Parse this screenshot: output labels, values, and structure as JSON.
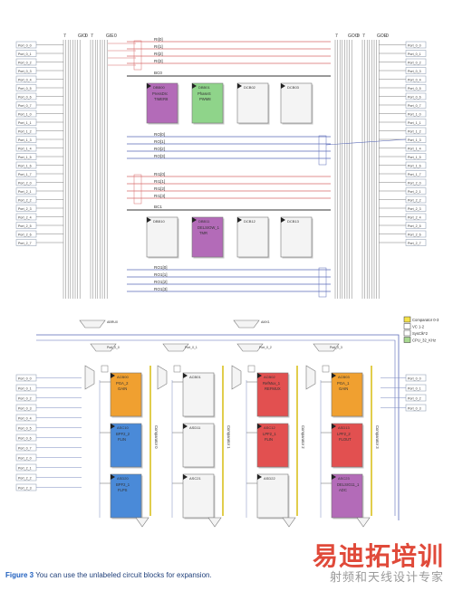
{
  "diagram": {
    "bus_headers": {
      "left_group": [
        "7",
        "GIO",
        "0",
        "7",
        "GIE",
        "0"
      ],
      "right_group": [
        "7",
        "GOO",
        "0",
        "7",
        "GOE",
        "0"
      ]
    },
    "ri_upper": [
      "RI[0]",
      "RI[1]",
      "RI[2]",
      "RI[3]"
    ],
    "bc0": "BC0",
    "ro_upper": [
      "RO[0]",
      "RO[1]",
      "RO[2]",
      "RO[3]"
    ],
    "ri_lower": [
      "RI1[0]",
      "RI1[1]",
      "RI1[2]",
      "RI1[3]"
    ],
    "bc1": "BC1",
    "ro_lower": [
      "RO1[0]",
      "RO1[1]",
      "RO1[2]",
      "RO1[3]"
    ],
    "digital_row1": [
      {
        "id": "DBB00",
        "name": "PressDrc",
        "sub": "TIMER8",
        "color": "#b36bb8"
      },
      {
        "id": "DBB01",
        "name": "PhaseS",
        "sub": "PWM8",
        "color": "#8fd48a"
      },
      {
        "id": "DCB02",
        "name": "",
        "sub": "",
        "color": ""
      },
      {
        "id": "DCB03",
        "name": "",
        "sub": "",
        "color": ""
      }
    ],
    "digital_row2": [
      {
        "id": "DBB10",
        "name": "",
        "sub": "",
        "color": ""
      },
      {
        "id": "DBB11",
        "name": "DELSIOW_1",
        "sub": "TMR",
        "color": "#b36bb8"
      },
      {
        "id": "DCB12",
        "name": "",
        "sub": "",
        "color": ""
      },
      {
        "id": "DCB13",
        "name": "",
        "sub": "",
        "color": ""
      }
    ],
    "analog_columns": [
      {
        "blocks": [
          {
            "id": "ACB00",
            "name": "PGA_2",
            "sub": "GAIN",
            "color": "#f0a030"
          },
          {
            "id": "ASC10",
            "name": "BPF2_2",
            "sub": "FLIN",
            "color": "#4a8ad8"
          },
          {
            "id": "ASD20",
            "name": "BPF2_1",
            "sub": "FLPS",
            "color": "#4a8ad8"
          }
        ]
      },
      {
        "blocks": [
          {
            "id": "ACB01",
            "name": "",
            "sub": "",
            "color": ""
          },
          {
            "id": "ASD11",
            "name": "",
            "sub": "",
            "color": ""
          },
          {
            "id": "ASC21",
            "name": "",
            "sub": "",
            "color": ""
          }
        ]
      },
      {
        "blocks": [
          {
            "id": "ACB02",
            "name": "RefMux_1",
            "sub": "REFMUX",
            "color": "#e25050"
          },
          {
            "id": "ASC12",
            "name": "LPF2_1",
            "sub": "FLIN",
            "color": "#e25050"
          },
          {
            "id": "ASD22",
            "name": "",
            "sub": "",
            "color": ""
          }
        ]
      },
      {
        "blocks": [
          {
            "id": "ACB03",
            "name": "PGA_1",
            "sub": "GAIN",
            "color": "#f0a030"
          },
          {
            "id": "ASD13",
            "name": "LPF2_2",
            "sub": "FLOUT",
            "color": "#e25050"
          },
          {
            "id": "ASC23",
            "name": "DELSIG11_1",
            "sub": "ADC",
            "color": "#b36bb8"
          }
        ]
      }
    ],
    "comparator_labels": [
      "Comparator 0",
      "Comparator 1",
      "Comparator 2",
      "Comparator 3"
    ],
    "legend": [
      {
        "label": "Comparator 0-3",
        "color": "#f4e24a"
      },
      {
        "label": "VC 1-2",
        "color": "#ffffff"
      },
      {
        "label": "SysClk*2",
        "color": "#ffffff"
      },
      {
        "label": "CPU_32_KHz",
        "color": "#a8d890"
      }
    ],
    "left_ports_top": [
      "Port_0_0",
      "Port_0_1",
      "Port_0_2",
      "Port_0_3",
      "Port_0_4",
      "Port_0_5",
      "Port_0_6",
      "Port_0_7",
      "Port_1_0",
      "Port_1_1",
      "Port_1_2",
      "Port_1_3",
      "Port_1_4",
      "Port_1_5",
      "Port_1_6",
      "Port_1_7",
      "Port_2_0",
      "Port_2_1",
      "Port_2_2",
      "Port_2_3",
      "Port_2_4",
      "Port_2_5",
      "Port_2_6",
      "Port_2_7"
    ],
    "right_ports_top": [
      "Port_0_0",
      "Port_0_1",
      "Port_0_2",
      "Port_0_3",
      "Port_0_4",
      "Port_0_5",
      "Port_0_6",
      "Port_0_7",
      "Port_1_0",
      "Port_1_1",
      "Port_1_2",
      "Port_1_3",
      "Port_1_4",
      "Port_1_5",
      "Port_1_6",
      "Port_1_7",
      "Port_2_0",
      "Port_2_1",
      "Port_2_2",
      "Port_2_3",
      "Port_2_4",
      "Port_2_5",
      "Port_2_6",
      "Port_2_7"
    ],
    "left_ports_bottom": [
      "Port_0_0",
      "Port_0_1",
      "Port_0_2",
      "Port_0_3",
      "Port_0_4",
      "Port_0_5",
      "Port_0_6",
      "Port_0_7",
      "Port_2_0",
      "Port_2_1",
      "Port_2_2",
      "Port_2_3"
    ],
    "right_ports_bottom": [
      "Port_0_0",
      "Port_0_1",
      "Port_0_2",
      "Port_0_3"
    ],
    "mux_labels": [
      "ABRU0",
      "AMX1",
      "Port_0_0",
      "Port_0_1",
      "Port_0_2",
      "Port_0_3"
    ]
  },
  "caption": {
    "figure": "Figure 3",
    "text": "You can use the unlabeled circuit blocks for expansion."
  },
  "watermark": {
    "line1": "易迪拓培训",
    "line2": "射频和天线设计专家"
  }
}
